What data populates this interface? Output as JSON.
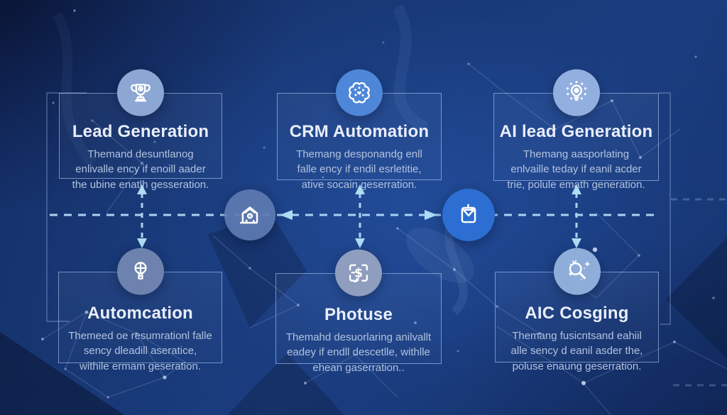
{
  "cards": [
    {
      "title": "Lead Generation",
      "description": "Themand desuntlanog enlivalle ency if enoill aader the ubine enatlh gesseration.",
      "icon": "trophy-icon",
      "icon_bg": "#8ca7d3"
    },
    {
      "title": "CRM Automation",
      "description": "Themang desponandg enll falle ency if endil esrletitie, ative socain geserration.",
      "icon": "crm-network-icon",
      "icon_bg": "#4e86d8"
    },
    {
      "title": "AI lead Generation",
      "description": "Themang aasporlating enlvaille teday if eanil acder trie, polule emath generation.",
      "icon": "lightbulb-dots-icon",
      "icon_bg": "#92afdf"
    },
    {
      "title": "Automcation",
      "description": "Themeed oe resumrationl falle sency dleadill aseratice, withile ermam geseration.",
      "icon": "balloon-bulb-icon",
      "icon_bg": "#6d83ad"
    },
    {
      "title": "Photuse",
      "description": "Themahd desuorlaring anilvallt eadey if endll descetlle, withlle ehean gaserration..",
      "icon": "dollar-chat-icon",
      "icon_bg": "#8f9dbf"
    },
    {
      "title": "AIC Cosging",
      "description": "Themang fusicntsand eahiil alle sency d eanil asder the, poluse enaung geserration.",
      "icon": "magnifier-sparkles-icon",
      "icon_bg": "#8fadd9"
    }
  ],
  "hubs": [
    {
      "icon": "house-icon",
      "bg": "#5d7ab1"
    },
    {
      "icon": "mail-document-icon",
      "bg": "#2d6ed2"
    }
  ],
  "colors": {
    "background": "#16336c",
    "card_border": "rgba(186,214,250,0.55)",
    "dash_line": "#a8d2f2",
    "title_text": "#e9eefb",
    "body_text": "#b3c2de"
  }
}
